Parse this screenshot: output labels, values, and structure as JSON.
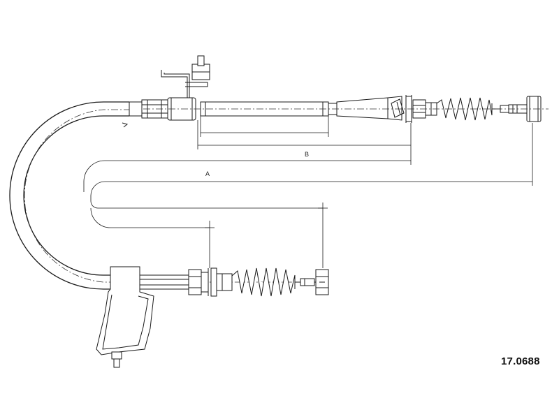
{
  "part_number": "17.0688",
  "dimensions": {
    "a_label": "A",
    "b_label": "B"
  },
  "colors": {
    "line": "#1a1a1a",
    "background": "#ffffff"
  }
}
